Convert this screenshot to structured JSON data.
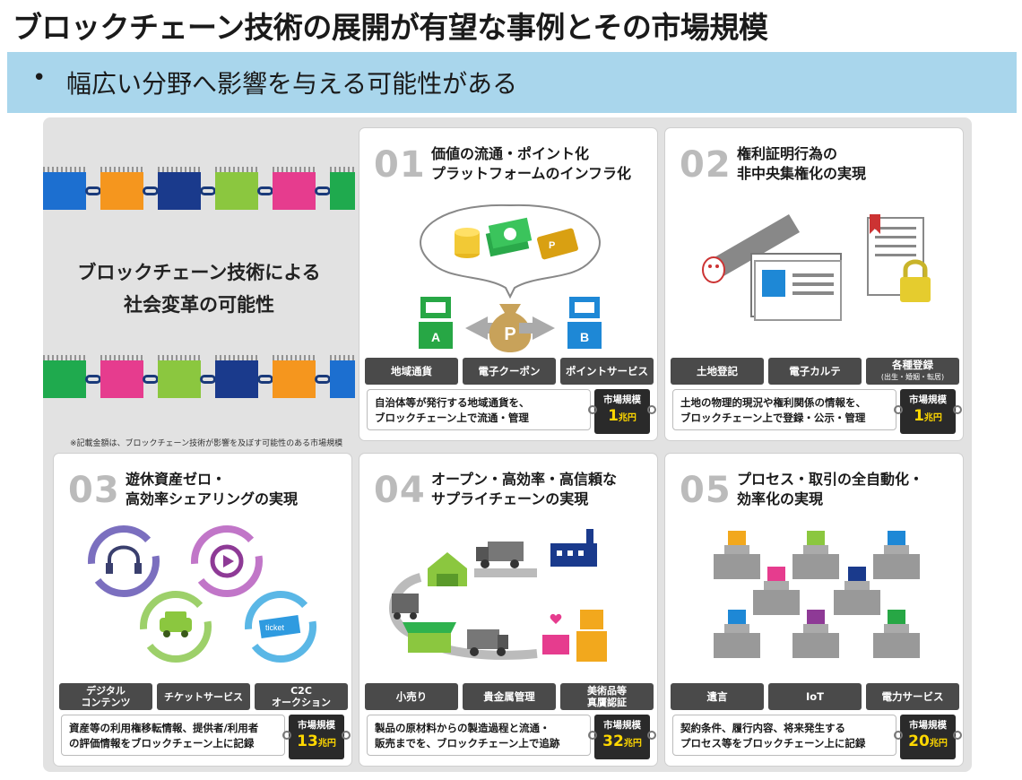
{
  "title": "ブロックチェーン技術の展開が有望な事例とその市場規模",
  "banner": {
    "bullet": "•",
    "text": "幅広い分野へ影響を与える可能性がある"
  },
  "intro": {
    "heading_line1": "ブロックチェーン技術による",
    "heading_line2": "社会変革の可能性",
    "note": "※記載金額は、ブロックチェーン技術が影響を及ぼす可能性のある市場規模"
  },
  "market_label": "市場規模",
  "market_unit": "兆円",
  "cards": [
    {
      "number": "01",
      "title1": "価値の流通・ポイント化",
      "title2": "プラットフォームのインフラ化",
      "tags": [
        "地域通貨",
        "電子クーポン",
        "ポイントサービス"
      ],
      "desc1": "自治体等が発行する地域通貨を、",
      "desc2": "ブロックチェーン上で流通・管理",
      "market_value": "1",
      "illus": {
        "robot_a_label": "A",
        "robot_b_label": "B",
        "bag_label": "P",
        "card_label": "P"
      }
    },
    {
      "number": "02",
      "title1": "権利証明行為の",
      "title2": "非中央集権化の実現",
      "tags": [
        "土地登記",
        "電子カルテ",
        "各種登録"
      ],
      "tag_sub": "(出生・婚姻・転居)",
      "desc1": "土地の物理的現況や権利関係の情報を、",
      "desc2": "ブロックチェーン上で登録・公示・管理",
      "market_value": "1"
    },
    {
      "number": "03",
      "title1": "遊休資産ゼロ・",
      "title2": "高効率シェアリングの実現",
      "tags_multi": [
        [
          "デジタル",
          "コンテンツ"
        ],
        [
          "チケットサービス"
        ],
        [
          "C2C",
          "オークション"
        ]
      ],
      "desc1": "資産等の利用権移転情報、提供者/利用者",
      "desc2": "の評価情報をブロックチェーン上に記録",
      "market_value": "13",
      "illus": {
        "ticket_label": "ticket"
      }
    },
    {
      "number": "04",
      "title1": "オープン・高効率・高信頼な",
      "title2": "サプライチェーンの実現",
      "tags_multi": [
        [
          "小売り"
        ],
        [
          "貴金属管理"
        ],
        [
          "美術品等",
          "真贋認証"
        ]
      ],
      "desc1": "製品の原材料からの製造過程と流通・",
      "desc2": "販売までを、ブロックチェーン上で追跡",
      "market_value": "32"
    },
    {
      "number": "05",
      "title1": "プロセス・取引の全自動化・",
      "title2": "効率化の実現",
      "tags": [
        "遺言",
        "IoT",
        "電力サービス"
      ],
      "desc1": "契約条件、履行内容、将来発生する",
      "desc2": "プロセス等をブロックチェーン上に記録",
      "market_value": "20"
    }
  ],
  "colors": {
    "banner": "#a9d6ec",
    "panel": "#e2e2e2",
    "tag": "#4a4a4a",
    "market_value": "#ffd800",
    "robot_green": "#27a745",
    "robot_blue": "#1e88d6"
  }
}
